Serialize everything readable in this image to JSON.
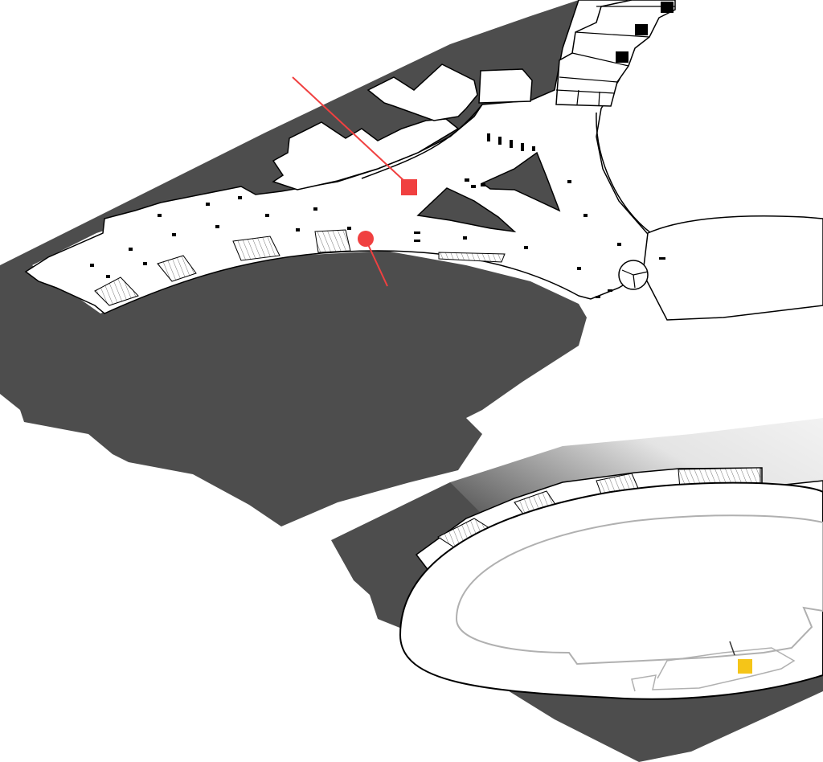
{
  "map": {
    "view": "isometric-floor-plan",
    "levels": [
      "upper-level",
      "lower-level"
    ],
    "colors": {
      "building_mass": "#4d4d4d",
      "walkable_floor": "#ffffff",
      "outline": "#000000",
      "lower_outline": "#b0b0b0",
      "route_marker": "#f04040",
      "destination_marker": "#f5c518"
    },
    "markers": [
      {
        "id": "route-start",
        "shape": "square",
        "color": "#f04040",
        "level": "upper-level"
      },
      {
        "id": "route-point",
        "shape": "circle",
        "color": "#f04040",
        "level": "upper-level"
      },
      {
        "id": "destination",
        "shape": "square",
        "color": "#f5c518",
        "level": "lower-level"
      }
    ],
    "icons": [
      "compass-icon",
      "staircase-icon",
      "escalator-icon"
    ]
  }
}
